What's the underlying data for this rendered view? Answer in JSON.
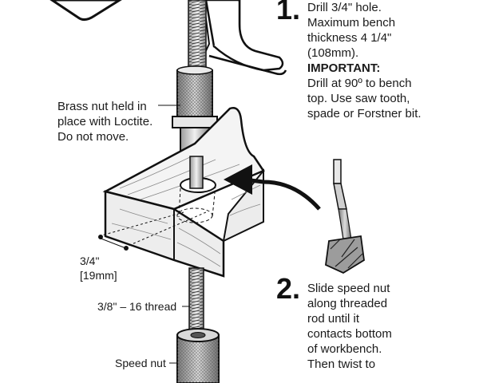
{
  "step1": {
    "number": "1.",
    "lines": [
      "Drill 3/4\" hole.",
      "Maximum bench",
      "thickness 4 1/4\"",
      "(108mm)."
    ],
    "important_label": "IMPORTANT:",
    "important_lines": [
      "Drill at 90º to bench",
      "top. Use saw tooth,",
      "spade or Forstner bit."
    ]
  },
  "step2": {
    "number": "2.",
    "lines": [
      "Slide speed nut",
      "along threaded",
      "rod until it",
      "contacts bottom",
      "of workbench.",
      "Then twist to"
    ]
  },
  "callouts": {
    "brass_nut": [
      "Brass nut held in",
      "place with Loctite.",
      "Do not move."
    ],
    "hole_size": [
      "3/4\"",
      "[19mm]"
    ],
    "thread": "3/8\" – 16 thread",
    "speed_nut": "Speed nut"
  },
  "colors": {
    "ink": "#1a1a1a",
    "wood_top": "#f2f2f2",
    "wood_side": "#e6e6e6",
    "metal": "#cfcfcf"
  }
}
